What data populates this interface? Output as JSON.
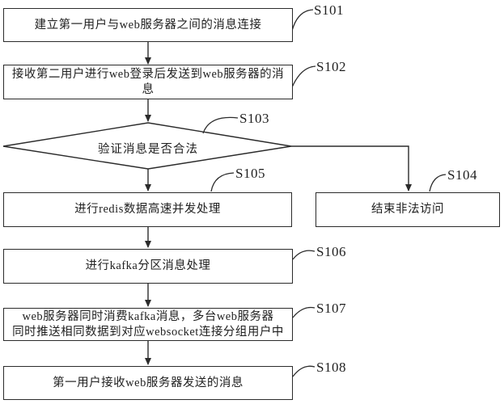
{
  "colors": {
    "line": "#2b2b2b",
    "background": "#ffffff",
    "text": "#1f1f1f"
  },
  "steps": {
    "s101": {
      "label": "S101",
      "text": "建立第一用户与web服务器之间的消息连接"
    },
    "s102": {
      "label": "S102",
      "text": "接收第二用户进行web登录后发送到web服务器的消息"
    },
    "s103": {
      "label": "S103",
      "text": "验证消息是否合法"
    },
    "s104": {
      "label": "S104",
      "text": "结束非法访问"
    },
    "s105": {
      "label": "S105",
      "text": "进行redis数据高速并发处理"
    },
    "s106": {
      "label": "S106",
      "text": "进行kafka分区消息处理"
    },
    "s107": {
      "label": "S107",
      "text": "web服务器同时消费kafka消息，多台web服务器同时推送相同数据到对应websocket连接分组用户中",
      "lines": [
        "web服务器同时消费kafka消息，多台web服务器",
        "同时推送相同数据到对应websocket连接分组用户中"
      ]
    },
    "s108": {
      "label": "S108",
      "text": "第一用户接收web服务器发送的消息"
    }
  }
}
